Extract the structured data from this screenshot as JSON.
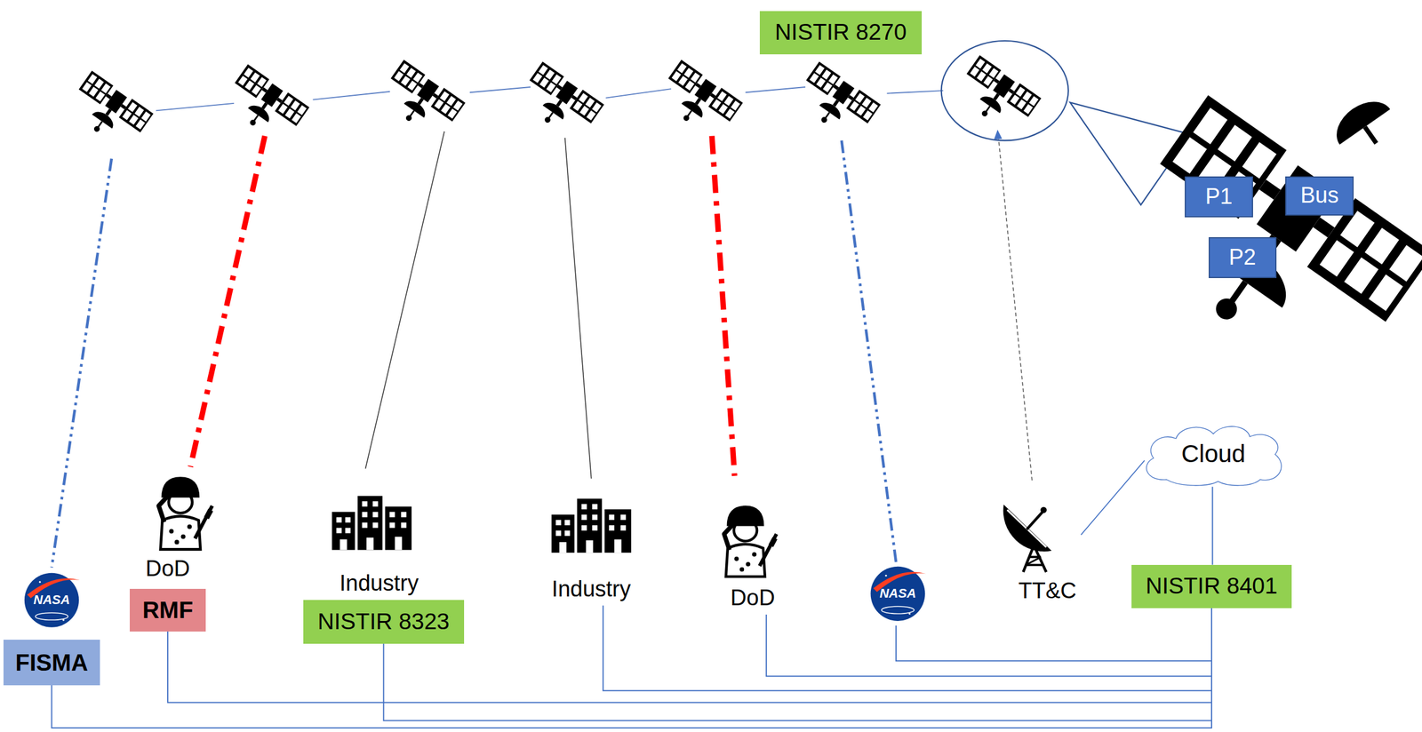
{
  "diagram": {
    "nodes": [
      {
        "text": [
          "NISTIR 8270"
        ]
      },
      {
        "text": [
          "P1"
        ]
      },
      {
        "text": [
          "Bus"
        ]
      },
      {
        "text": [
          "P2"
        ]
      },
      {
        "text": [
          "Cloud"
        ]
      },
      {
        "text": [
          "FISMA"
        ]
      },
      {
        "text": [
          "RMF"
        ]
      },
      {
        "text": [
          "NISTIR 8323"
        ]
      },
      {
        "text": [
          "NISTIR 8401"
        ]
      }
    ],
    "edges": [
      {
        "from": 5,
        "to": 8,
        "arrow": "none"
      },
      {
        "from": 6,
        "to": 8,
        "arrow": "none"
      },
      {
        "from": 7,
        "to": 8,
        "arrow": "none"
      },
      {
        "from": 4,
        "to": 8,
        "arrow": "none"
      }
    ],
    "labels": [
      "NASA",
      "DoD",
      "Industry",
      "Industry",
      "DoD",
      "NASA",
      "TT&C"
    ]
  }
}
